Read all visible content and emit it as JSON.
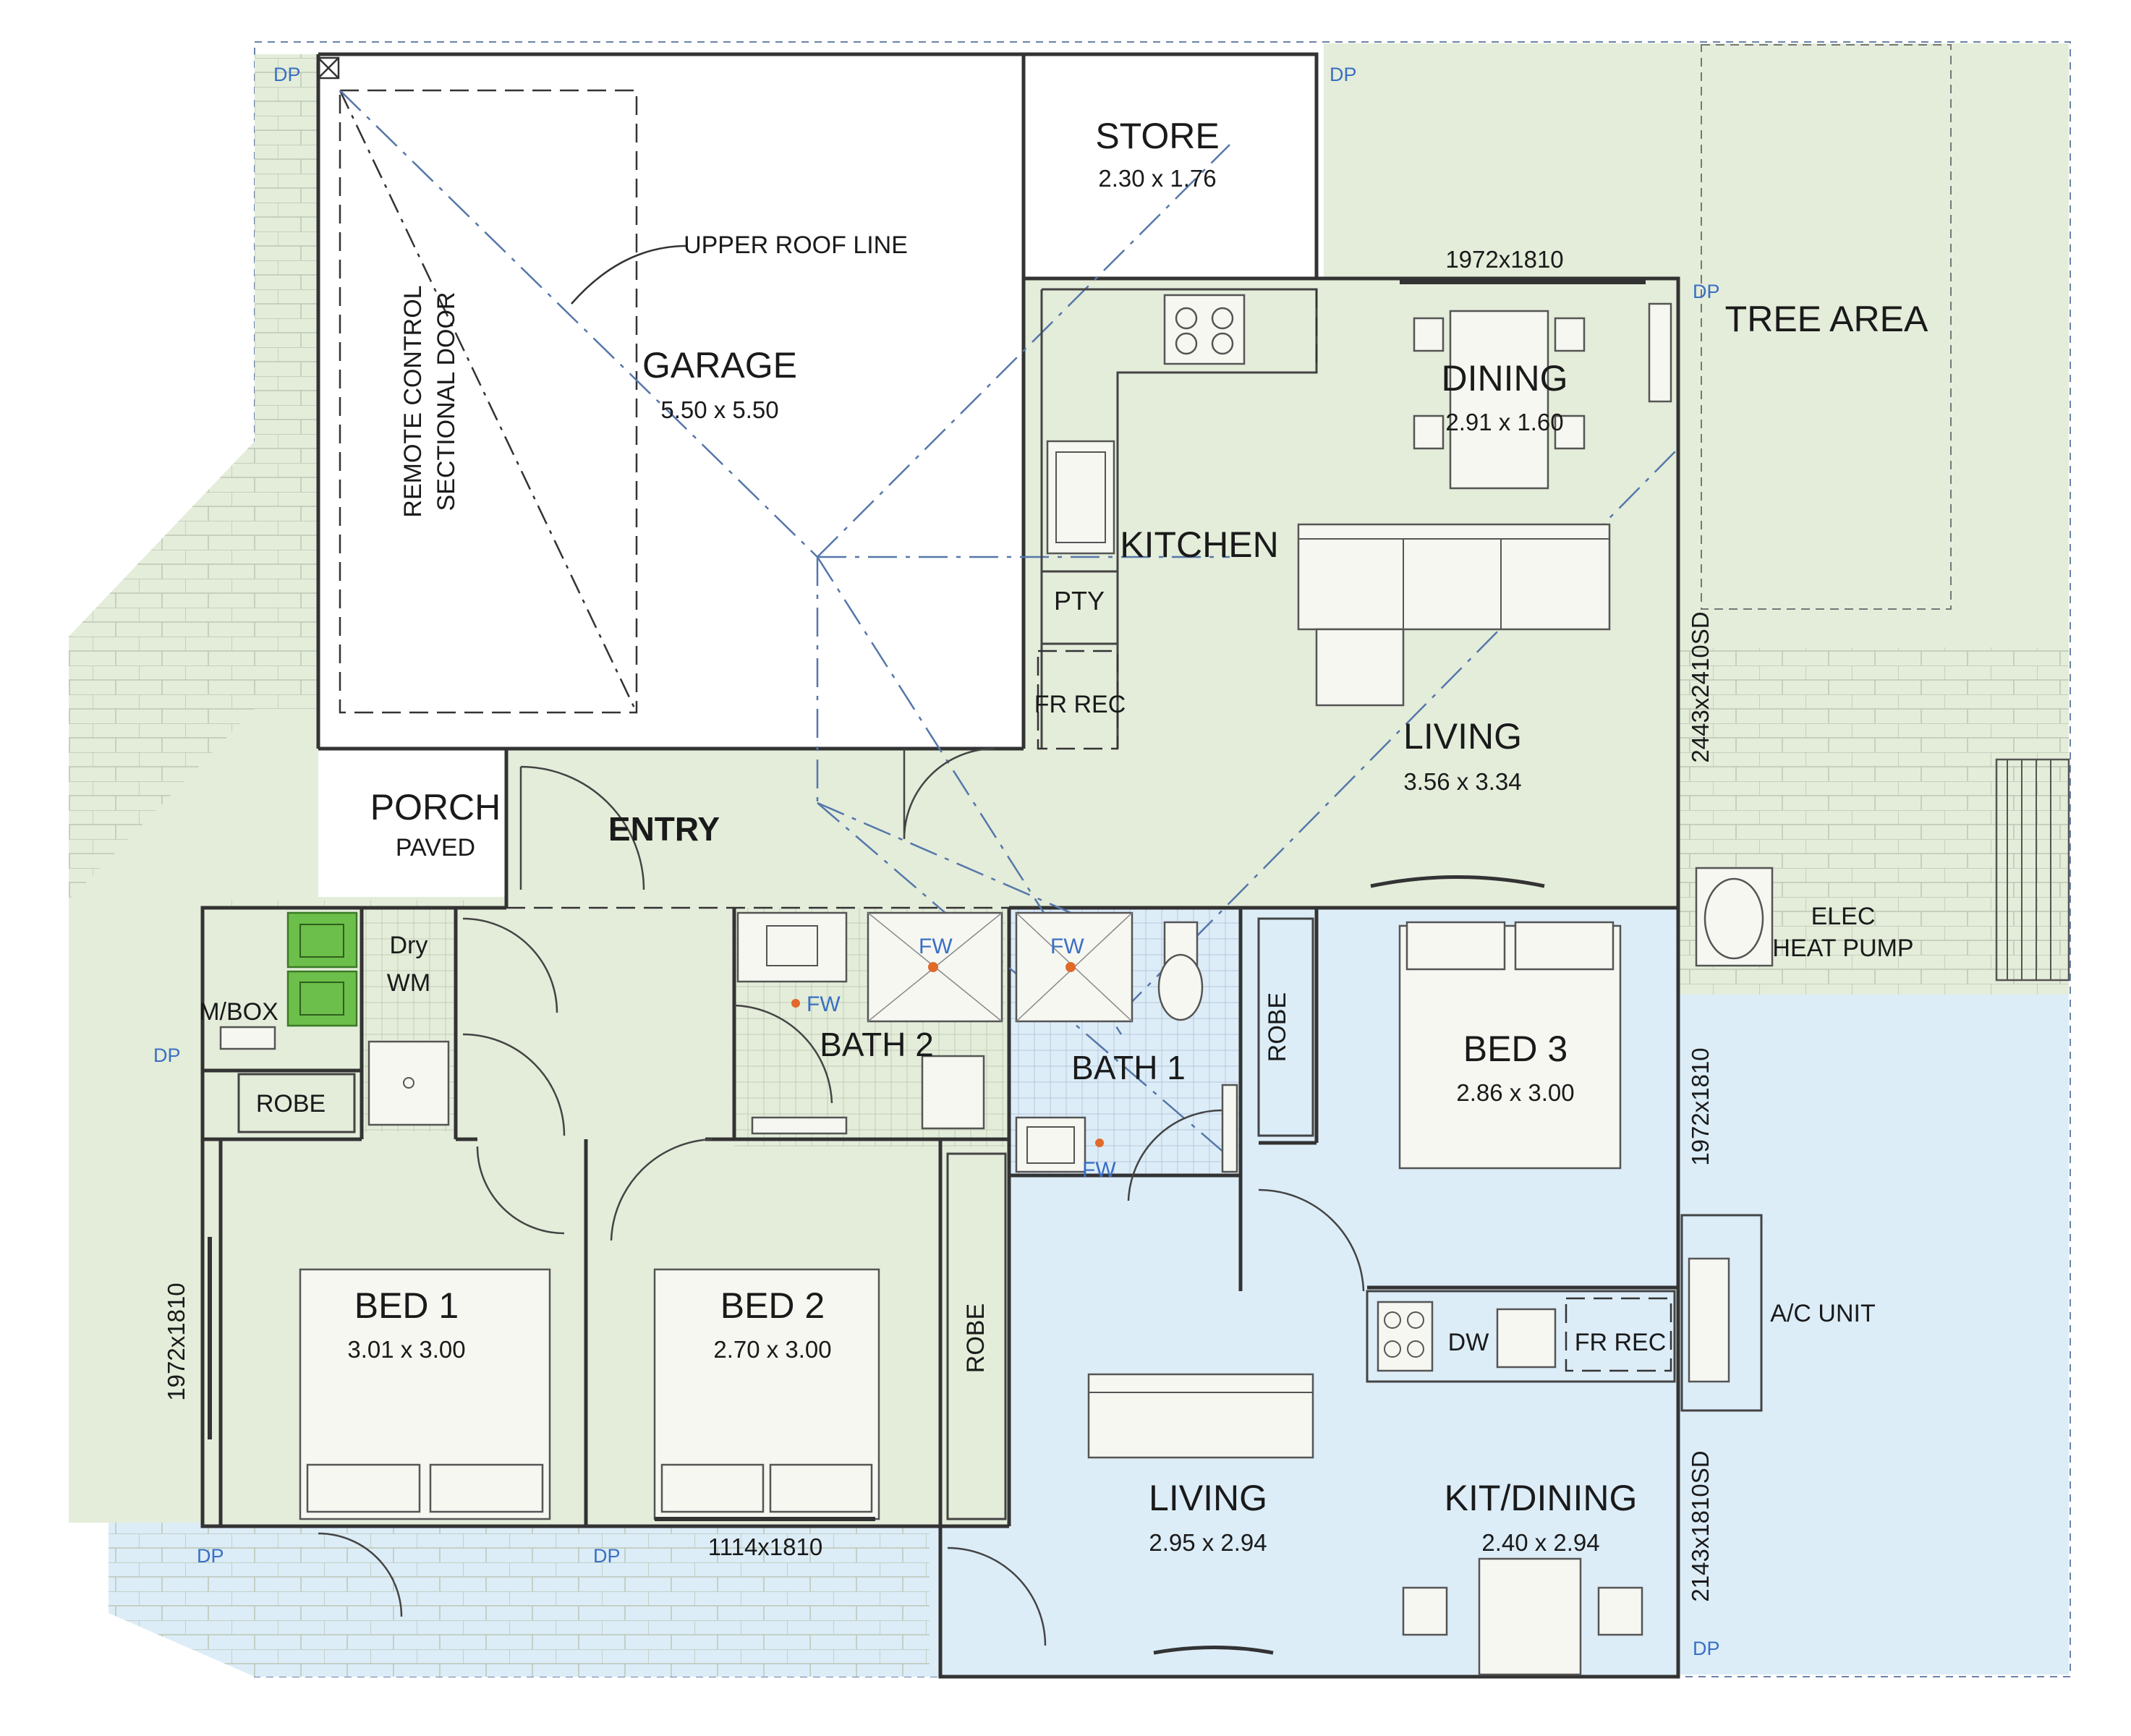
{
  "rooms": {
    "store": {
      "name": "STORE",
      "size": "2.30 x 1.76"
    },
    "garage": {
      "name": "GARAGE",
      "size": "5.50 x 5.50"
    },
    "dining": {
      "name": "DINING",
      "size": "2.91 x 1.60"
    },
    "kitchen": {
      "name": "KITCHEN"
    },
    "pantry": {
      "name": "PTY"
    },
    "fridge_recess_main": {
      "name": "FR REC"
    },
    "living_main": {
      "name": "LIVING",
      "size": "3.56 x 3.34"
    },
    "porch": {
      "name": "PORCH",
      "note": "PAVED"
    },
    "entry": {
      "name": "ENTRY"
    },
    "dryer": {
      "name": "Dry"
    },
    "washer": {
      "name": "WM"
    },
    "meter_box": {
      "name": "M/BOX"
    },
    "robe_bed1": {
      "name": "ROBE"
    },
    "bath2": {
      "name": "BATH 2"
    },
    "bath1": {
      "name": "BATH 1"
    },
    "robe_bed3": {
      "name": "ROBE"
    },
    "bed3": {
      "name": "BED 3",
      "size": "2.86 x 3.00"
    },
    "bed1": {
      "name": "BED 1",
      "size": "3.01 x 3.00"
    },
    "bed2": {
      "name": "BED 2",
      "size": "2.70 x 3.00"
    },
    "robe_bed2": {
      "name": "ROBE"
    },
    "living_unit": {
      "name": "LIVING",
      "size": "2.95 x 2.94"
    },
    "kit_dining": {
      "name": "KIT/DINING",
      "size": "2.40 x 2.94"
    },
    "dishwasher": {
      "name": "DW"
    },
    "fridge_recess_unit": {
      "name": "FR REC"
    }
  },
  "outdoor": {
    "tree_area": "TREE AREA",
    "heat_pump_line1": "ELEC",
    "heat_pump_line2": "HEAT PUMP",
    "ac_unit": "A/C UNIT",
    "garage_door_line1": "REMOTE CONTROL",
    "garage_door_line2": "SECTIONAL DOOR",
    "upper_roof_line": "UPPER ROOF LINE"
  },
  "windows": {
    "dining_top": "1972x1810",
    "living_right": "2443x2410SD",
    "bed3_right": "1972x1810",
    "bed1_left": "1972x1810",
    "bed2_bottom": "1114x1810",
    "kit_right": "2143x1810SD"
  },
  "markers": {
    "downpipe": "DP",
    "floor_waste": "FW"
  },
  "colors": {
    "main_house_fill": "#e4edda",
    "unit_fill": "#dcedf8",
    "laundry_tub": "#6cbf4a",
    "annotation_blue": "#3a6fc4",
    "floor_waste_marker": "#e06a2a"
  }
}
